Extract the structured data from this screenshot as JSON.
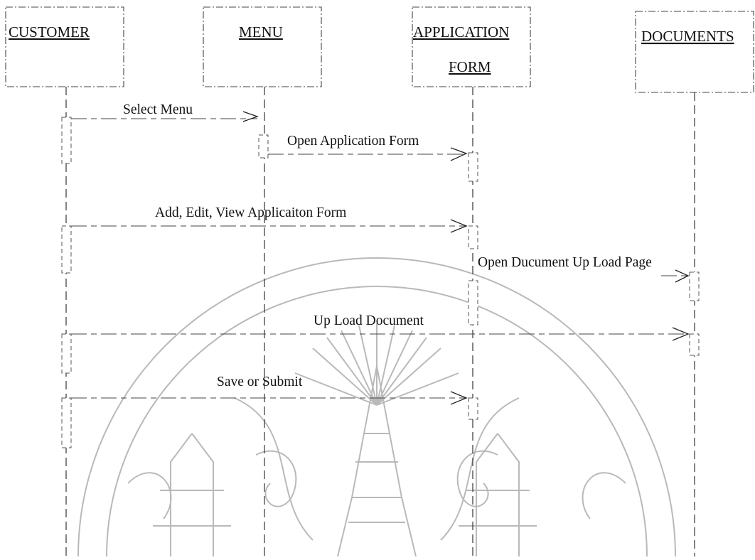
{
  "objects": [
    {
      "id": "customer",
      "label": "CUSTOMER"
    },
    {
      "id": "menu",
      "label": "MENU"
    },
    {
      "id": "application_form",
      "label_line1": "APPLICATION",
      "label_line2": "FORM"
    },
    {
      "id": "documents",
      "label": "DOCUMENTS"
    }
  ],
  "messages": [
    {
      "label": "Select Menu",
      "from": "customer",
      "to": "menu"
    },
    {
      "label": "Open Application Form",
      "from": "menu",
      "to": "application_form"
    },
    {
      "label": "Add, Edit, View Applicaiton Form",
      "from": "customer",
      "to": "application_form"
    },
    {
      "label": "Open Ducument Up Load Page",
      "from": "application_form",
      "to": "documents"
    },
    {
      "label": "Up Load Document",
      "from": "customer",
      "to": "documents"
    },
    {
      "label": "Save or Submit",
      "from": "customer",
      "to": "application_form"
    }
  ],
  "watermark": {
    "icon": "university-seal-watermark",
    "color": "#c8c8c8"
  }
}
